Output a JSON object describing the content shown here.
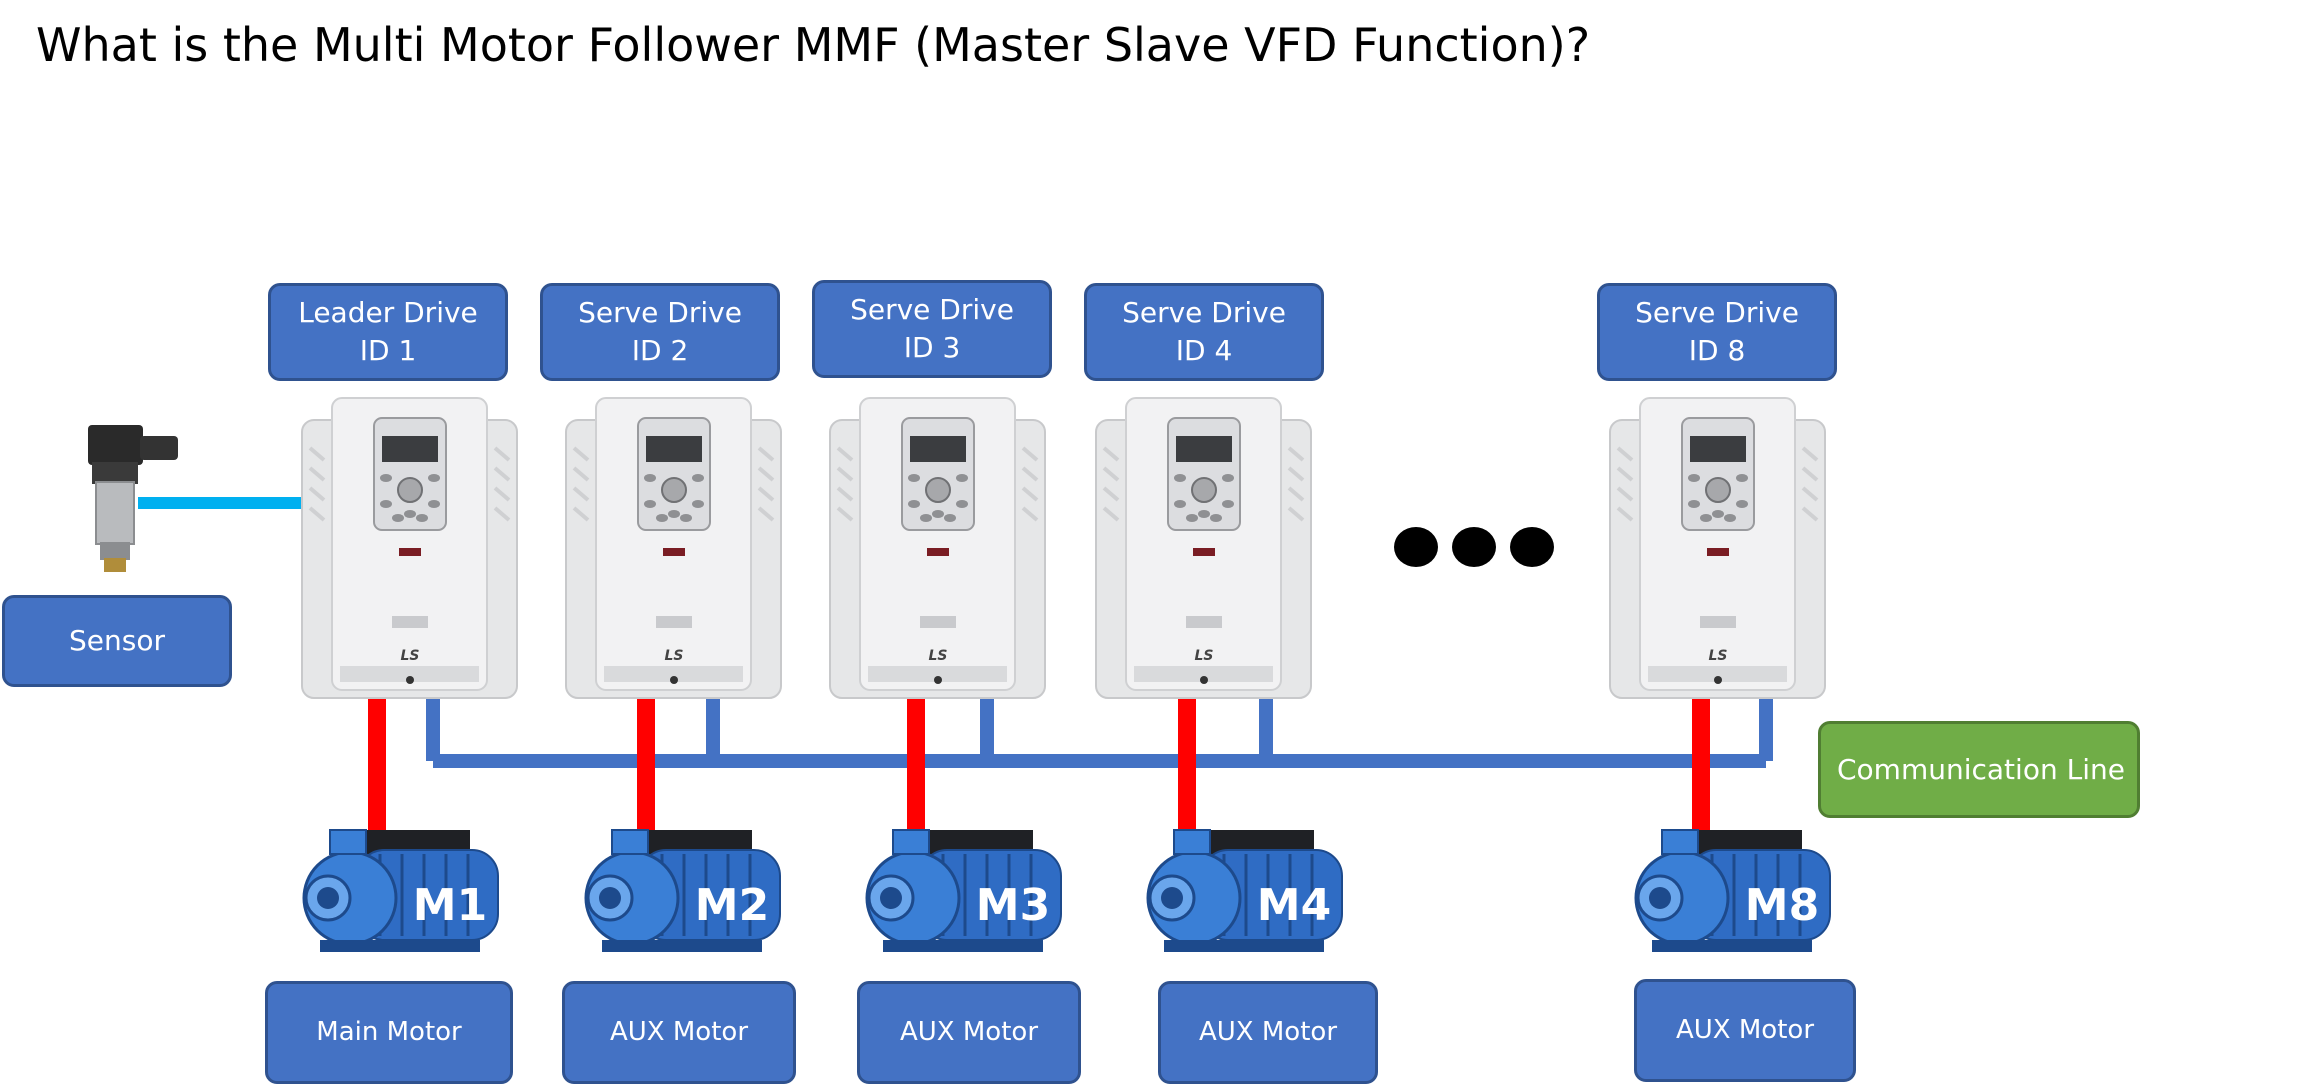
{
  "title": "What is the Multi Motor Follower MMF (Master Slave VFD Function)?",
  "colors": {
    "box_blue": "#4472c4",
    "box_green": "#70ad47",
    "power_line": "#ff0000",
    "comm_line": "#4472c4",
    "sensor_cable": "#00b0f0"
  },
  "drives": [
    {
      "line1": "Leader Drive",
      "line2": "ID 1"
    },
    {
      "line1": "Serve Drive",
      "line2": "ID 2"
    },
    {
      "line1": "Serve Drive",
      "line2": "ID 3"
    },
    {
      "line1": "Serve Drive",
      "line2": "ID 4"
    },
    {
      "line1": "Serve Drive",
      "line2": "ID 8"
    }
  ],
  "motors": [
    {
      "id": "M1",
      "label": "Main Motor"
    },
    {
      "id": "M2",
      "label": "AUX Motor"
    },
    {
      "id": "M3",
      "label": "AUX Motor"
    },
    {
      "id": "M4",
      "label": "AUX Motor"
    },
    {
      "id": "M8",
      "label": "AUX Motor"
    }
  ],
  "sensor_label": "Sensor",
  "comm_label": "Communication Line",
  "drive_brand": "LS",
  "icons": [
    "pressure-sensor-icon",
    "vfd-drive-icon",
    "pump-motor-icon",
    "ellipsis-dots-icon"
  ]
}
